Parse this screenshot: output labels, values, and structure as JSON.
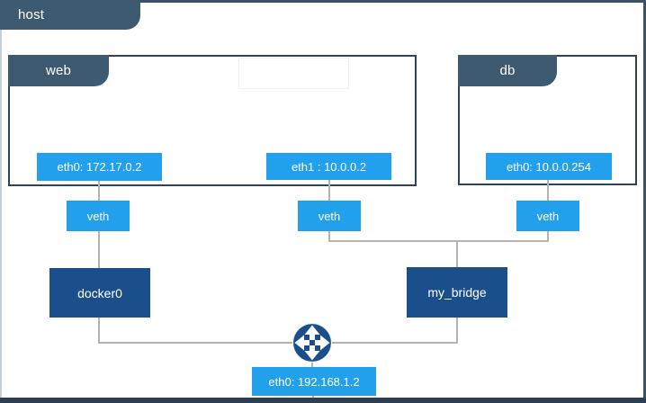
{
  "host": {
    "label": "host"
  },
  "containers": {
    "web": {
      "label": "web",
      "interfaces": [
        {
          "label": "eth0: 172.17.0.2"
        },
        {
          "label": "eth1 : 10.0.0.2"
        }
      ]
    },
    "db": {
      "label": "db",
      "interfaces": [
        {
          "label": "eth0: 10.0.0.254"
        }
      ]
    }
  },
  "veths": [
    {
      "label": "veth"
    },
    {
      "label": "veth"
    },
    {
      "label": "veth"
    }
  ],
  "bridges": [
    {
      "label": "docker0"
    },
    {
      "label": "my_bridge"
    }
  ],
  "host_interface": {
    "label": "eth0: 192.168.1.2"
  },
  "icons": {
    "router": "router-icon"
  },
  "colors": {
    "interface_blue": "#23a0eb",
    "bridge_navy": "#1b4f8c",
    "tab_slate": "#3e5a70",
    "container_border": "#2d4357",
    "connector_gray": "#b3b3b3",
    "bottom_bar": "#2c3e50"
  }
}
